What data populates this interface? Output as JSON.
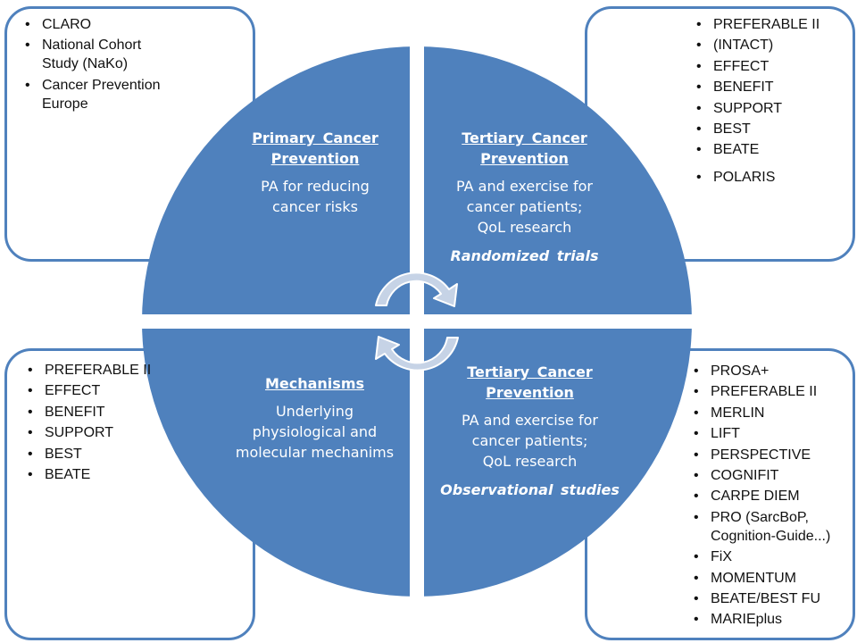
{
  "colors": {
    "circle_fill": "#4f81bd",
    "box_border": "#4f81bd",
    "arrow_fill": "#c6d3e6",
    "text_on_circle": "#ffffff",
    "list_text": "#111111"
  },
  "quadrants": {
    "top_left": {
      "title_line1": "Primary Cancer",
      "title_line2": "Prevention",
      "body_line1": "PA for reducing",
      "body_line2": "cancer risks"
    },
    "top_right": {
      "title_line1": "Tertiary Cancer",
      "title_line2": "Prevention",
      "body_line1": "PA and exercise for",
      "body_line2": "cancer patients;",
      "body_line3": "QoL research",
      "method": "Randomized trials"
    },
    "bottom_left": {
      "title_line1": "Mechanisms",
      "body_line1": "Underlying",
      "body_line2": "physiological and",
      "body_line3": "molecular mechanims"
    },
    "bottom_right": {
      "title_line1": "Tertiary Cancer",
      "title_line2": "Prevention",
      "body_line1": "PA and exercise for",
      "body_line2": "cancer patients;",
      "body_line3": "QoL research",
      "method": "Observational studies"
    }
  },
  "cycle_icon": "circular-arrows-icon",
  "boxes": {
    "top_left": {
      "items": [
        {
          "line1": "CLARO"
        },
        {
          "line1": "National Cohort",
          "line2": "Study (NaKo)"
        },
        {
          "line1": "Cancer Prevention",
          "line2": "Europe"
        }
      ]
    },
    "top_right": {
      "items": [
        "PREFERABLE II",
        "(INTACT)",
        "EFFECT",
        "BENEFIT",
        "SUPPORT",
        "BEST",
        "BEATE",
        "POLARIS"
      ]
    },
    "bottom_left": {
      "items": [
        "PREFERABLE II",
        "EFFECT",
        "BENEFIT",
        "SUPPORT",
        "BEST",
        "BEATE"
      ]
    },
    "bottom_right": {
      "items": [
        {
          "line1": "PROSA+"
        },
        {
          "line1": "PREFERABLE II"
        },
        {
          "line1": "MERLIN"
        },
        {
          "line1": "LIFT"
        },
        {
          "line1": "PERSPECTIVE"
        },
        {
          "line1": "COGNIFIT"
        },
        {
          "line1": "CARPE DIEM"
        },
        {
          "line1": "PRO (SarcBoP,",
          "line2": "Cognition-Guide...)"
        },
        {
          "line1": "FiX"
        },
        {
          "line1": "MOMENTUM"
        },
        {
          "line1": "BEATE/BEST FU"
        },
        {
          "line1": "MARIEplus"
        }
      ]
    }
  }
}
